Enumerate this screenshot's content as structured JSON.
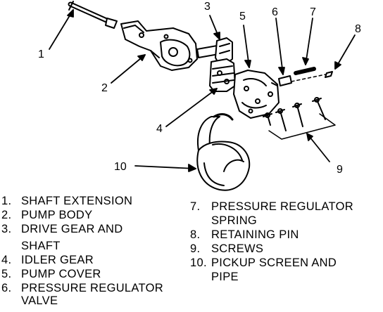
{
  "callouts": [
    {
      "num": "1"
    },
    {
      "num": "2"
    },
    {
      "num": "3"
    },
    {
      "num": "4"
    },
    {
      "num": "5"
    },
    {
      "num": "6"
    },
    {
      "num": "7"
    },
    {
      "num": "8"
    },
    {
      "num": "9"
    },
    {
      "num": "10"
    }
  ],
  "legend_left": [
    {
      "num": "1.",
      "lines": [
        "SHAFT EXTENSION"
      ]
    },
    {
      "num": "2.",
      "lines": [
        "PUMP BODY"
      ]
    },
    {
      "num": "3.",
      "lines": [
        "DRIVE GEAR AND",
        "SHAFT"
      ]
    },
    {
      "num": "4.",
      "lines": [
        "IDLER GEAR"
      ]
    },
    {
      "num": "5.",
      "lines": [
        "PUMP COVER"
      ]
    },
    {
      "num": "6.",
      "lines": [
        "PRESSURE REGULATOR",
        "VALVE"
      ]
    }
  ],
  "legend_right": [
    {
      "num": "7.",
      "lines": [
        "PRESSURE REGULATOR",
        "SPRING"
      ]
    },
    {
      "num": "8.",
      "lines": [
        "RETAINING PIN"
      ]
    },
    {
      "num": "9.",
      "lines": [
        "SCREWS"
      ]
    },
    {
      "num": "10.",
      "lines": [
        "PICKUP SCREEN AND",
        "PIPE"
      ]
    }
  ]
}
